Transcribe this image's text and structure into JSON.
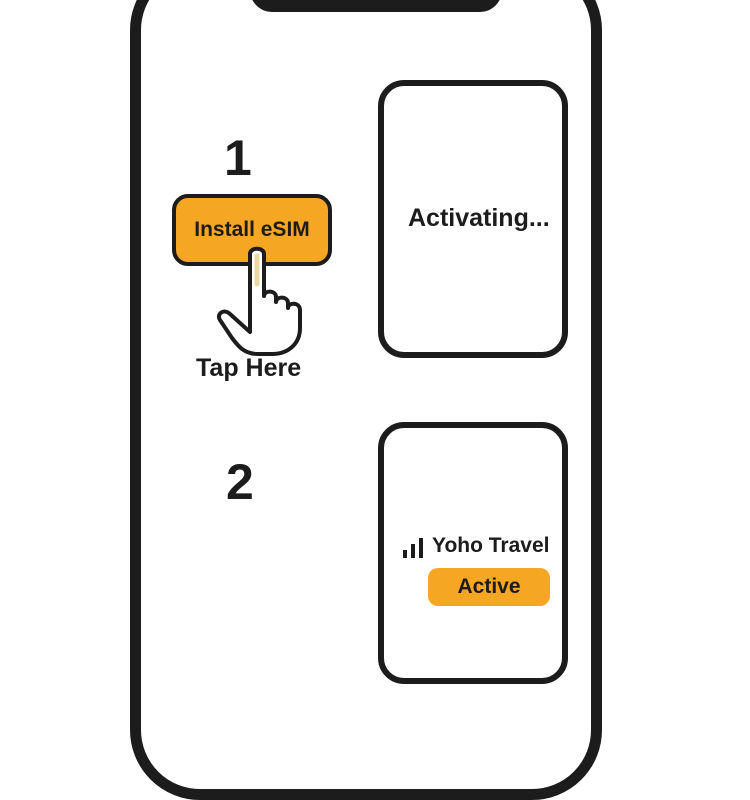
{
  "steps": [
    {
      "number": "1"
    },
    {
      "number": "2"
    }
  ],
  "install_button": {
    "label": "Install eSIM"
  },
  "tap_label": "Tap Here",
  "screen1": {
    "status_text": "Activating..."
  },
  "screen2": {
    "carrier": "Yoho Travel",
    "status_badge": "Active"
  },
  "colors": {
    "accent": "#f5a623",
    "outline": "#1c1c1c",
    "background": "#ffffff"
  },
  "icons": [
    "hand-pointer-icon",
    "signal-bars-icon"
  ]
}
